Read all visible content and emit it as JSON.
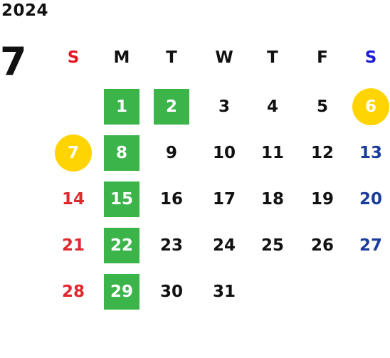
{
  "calendar": {
    "year": "2024",
    "month": "7",
    "weekdays": [
      {
        "label": "S",
        "kind": "sun"
      },
      {
        "label": "M",
        "kind": "wd"
      },
      {
        "label": "T",
        "kind": "wd"
      },
      {
        "label": "W",
        "kind": "wd"
      },
      {
        "label": "T",
        "kind": "wd"
      },
      {
        "label": "F",
        "kind": "wd"
      },
      {
        "label": "S",
        "kind": "sat"
      }
    ],
    "first_weekday_index": 1,
    "days_in_month": 31,
    "highlight_colors": {
      "green": "#3bb54a",
      "gold": "#ffd400"
    },
    "text_colors": {
      "sunday": "#e0282f",
      "saturday": "#1a3d9c",
      "weekday": "#111111",
      "on_highlight": "#ffffff"
    },
    "green_days": [
      1,
      2,
      8,
      15,
      22,
      29
    ],
    "gold_days": [
      6,
      7
    ]
  }
}
